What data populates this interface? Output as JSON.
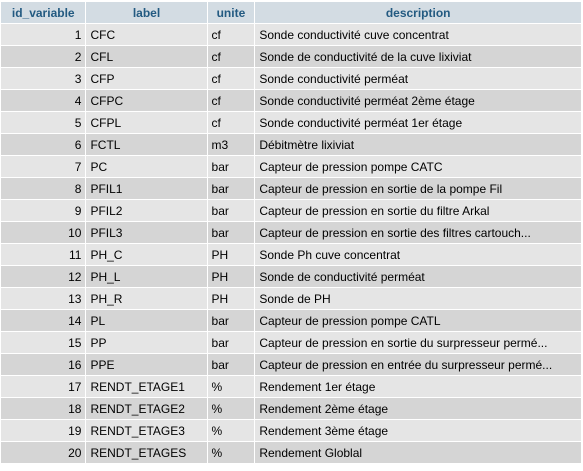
{
  "table": {
    "columns": [
      "id_variable",
      "label",
      "unite",
      "description"
    ],
    "rows": [
      [
        "1",
        "CFC",
        "cf",
        "Sonde conductivité cuve concentrat"
      ],
      [
        "2",
        "CFL",
        "cf",
        "Sonde de conductivité de la cuve lixiviat"
      ],
      [
        "3",
        "CFP",
        "cf",
        "Sonde conductivité perméat"
      ],
      [
        "4",
        "CFPC",
        "cf",
        "Sonde conductivité perméat 2ème étage"
      ],
      [
        "5",
        "CFPL",
        "cf",
        "Sonde conductivité perméat 1er étage"
      ],
      [
        "6",
        "FCTL",
        "m3",
        "Débitmètre lixiviat"
      ],
      [
        "7",
        "PC",
        "bar",
        "Capteur de pression pompe CATC"
      ],
      [
        "8",
        "PFIL1",
        "bar",
        "Capteur de pression en sortie de la pompe Fil"
      ],
      [
        "9",
        "PFIL2",
        "bar",
        "Capteur de pression en sortie du filtre Arkal"
      ],
      [
        "10",
        "PFIL3",
        "bar",
        "Capteur de pression en sortie des filtres cartouch..."
      ],
      [
        "11",
        "PH_C",
        "PH",
        "Sonde Ph cuve concentrat"
      ],
      [
        "12",
        "PH_L",
        "PH",
        "Sonde de conductivité perméat"
      ],
      [
        "13",
        "PH_R",
        "PH",
        "Sonde de PH"
      ],
      [
        "14",
        "PL",
        "bar",
        "Capteur de pression pompe CATL"
      ],
      [
        "15",
        "PP",
        "bar",
        "Capteur de pression en sortie du surpresseur permé..."
      ],
      [
        "16",
        "PPE",
        "bar",
        "Capteur de pression en entrée du surpresseur permé..."
      ],
      [
        "17",
        "RENDT_ETAGE1",
        "%",
        "Rendement 1er étage"
      ],
      [
        "18",
        "RENDT_ETAGE2",
        "%",
        "Rendement 2ème étage"
      ],
      [
        "19",
        "RENDT_ETAGE3",
        "%",
        "Rendement 3ème étage"
      ],
      [
        "20",
        "RENDT_ETAGES",
        "%",
        "Rendement Globlal"
      ]
    ]
  },
  "colors": {
    "header_bg": "#d3dce3",
    "header_text": "#235a81",
    "row_odd_bg": "#e5e5e5",
    "row_even_bg": "#d5d5d5"
  }
}
